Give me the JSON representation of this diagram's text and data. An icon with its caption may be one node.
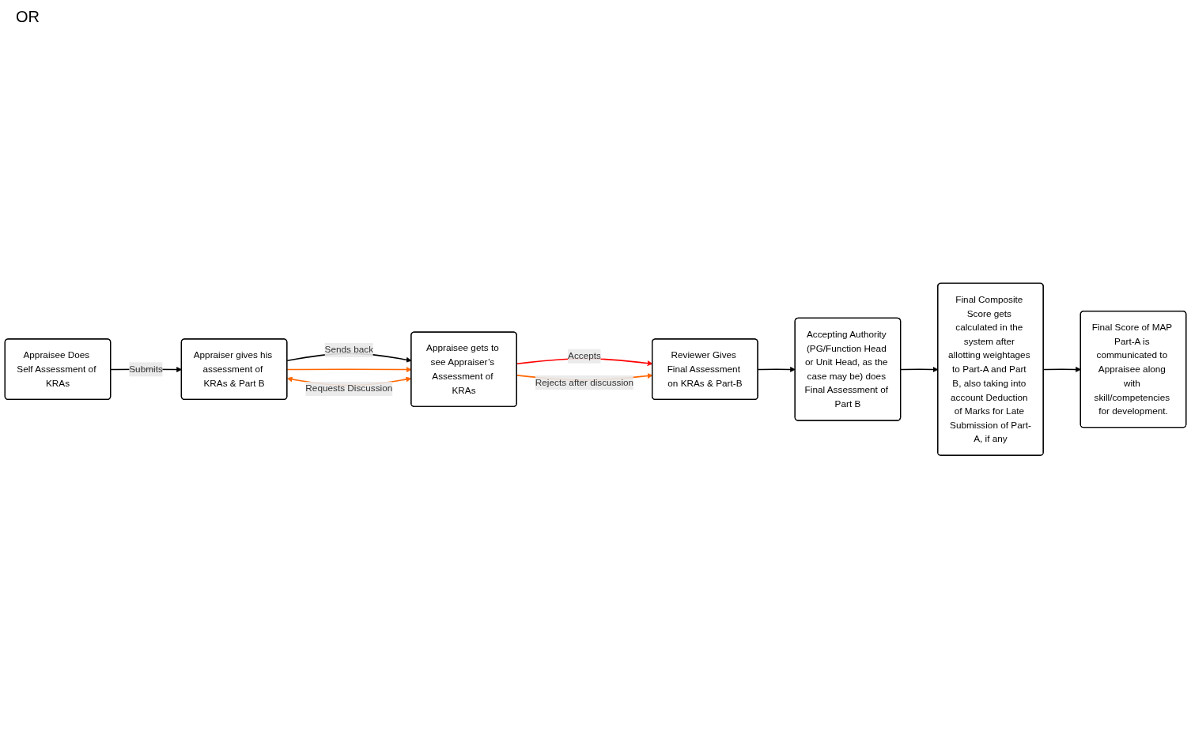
{
  "diagram": {
    "nodes": [
      {
        "text": [
          "Appraisee Does Self Assessment of KRAs"
        ]
      },
      {
        "text": [
          "Appraiser gives his assessment of KRAs & Part B"
        ]
      },
      {
        "text": [
          "Appraisee gets to see Appraiser’s Assessment of KRAs"
        ]
      },
      {
        "text": [
          "Reviewer Gives Final Assessment on KRAs & Part-B"
        ]
      },
      {
        "text": [
          "Accepting Authority (PG/Function Head or Unit Head, as the case may be) does Final Assessment of Part B"
        ]
      },
      {
        "text": [
          "Final Composite Score gets calculated in the system after allotting weightages to Part-A and Part B, also taking into account Deduction of Marks for Late Submission of Part-A, if any"
        ]
      },
      {
        "text": [
          "Final Score of MAP Part-A is communicated to Appraisee along with skill/competencies for development."
        ]
      }
    ],
    "edges": [
      {
        "from": 0,
        "to": 1,
        "arrow": "to",
        "label": "Submits"
      },
      {
        "from": 1,
        "to": 2,
        "arrow": "to",
        "label": "Sends back"
      },
      {
        "from": 1,
        "to": 2,
        "arrow": "to",
        "color": "#ff6600"
      },
      {
        "from": 2,
        "to": 3,
        "arrow": "to",
        "label": "Accepts",
        "color": "#ff0000"
      },
      {
        "from": 2,
        "to": 3,
        "arrow": "to",
        "label": "Rejects after discussion",
        "color": "#ff6600"
      },
      {
        "from": 2,
        "to": 1,
        "arrow": "both",
        "label": "Requests Discussion",
        "color": "#ff6600"
      },
      {
        "from": 3,
        "to": 4,
        "arrow": "to"
      },
      {
        "from": 4,
        "to": 5,
        "arrow": "to"
      },
      {
        "from": 5,
        "to": 6,
        "arrow": "to"
      }
    ],
    "labels": [
      "OR"
    ]
  }
}
